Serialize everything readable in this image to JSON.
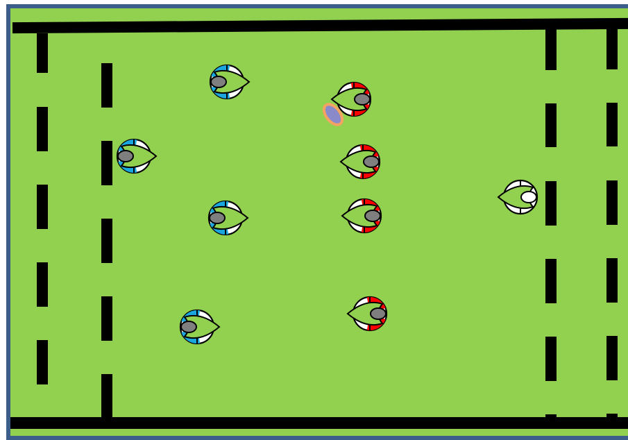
{
  "colors": {
    "field": "#92D050",
    "border": "#3B5F8A",
    "lines": "#000000",
    "team_blue": "#1AA7E0",
    "team_red": "#FF0000",
    "referee": "#FFFFFF",
    "head": "#7F7F7F",
    "ball_fill": "#8A8ACB",
    "ball_outline": "#F4A460"
  },
  "field": {
    "sidelines": [
      "top",
      "bottom"
    ],
    "left_dashed_lines": 2,
    "right_dashed_lines": 2
  },
  "players": [
    {
      "id": "blue-1",
      "team": "blue",
      "facing": "left"
    },
    {
      "id": "blue-2",
      "team": "blue",
      "facing": "left"
    },
    {
      "id": "blue-3",
      "team": "blue",
      "facing": "left"
    },
    {
      "id": "blue-4",
      "team": "blue",
      "facing": "left"
    },
    {
      "id": "red-1",
      "team": "red",
      "facing": "right"
    },
    {
      "id": "red-2",
      "team": "red",
      "facing": "right"
    },
    {
      "id": "red-3",
      "team": "red",
      "facing": "right"
    },
    {
      "id": "red-4",
      "team": "red",
      "facing": "right"
    },
    {
      "id": "referee",
      "team": "referee",
      "facing": "right"
    }
  ],
  "ball": {
    "present": true
  }
}
